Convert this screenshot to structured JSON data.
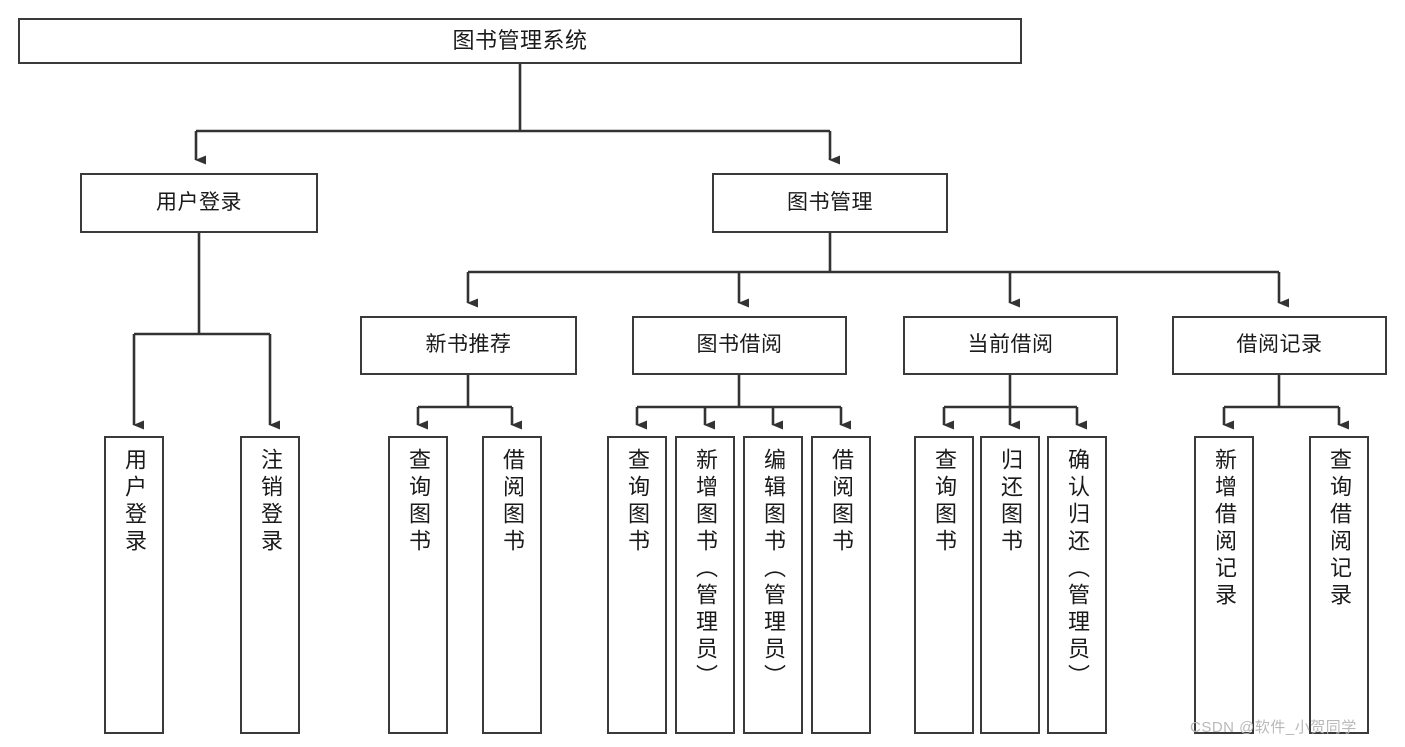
{
  "diagram": {
    "type": "tree-hierarchy",
    "title": "图书管理系统",
    "watermark": "CSDN @软件_小贺同学",
    "colors": {
      "background": "#ffffff",
      "box_border": "#3a3a3a",
      "box_fill": "#ffffff",
      "connector": "#333333",
      "text": "#1a1a1a",
      "watermark": "#b9b9b9"
    },
    "levels": {
      "root": {
        "label": "图书管理系统"
      },
      "level2": [
        {
          "id": "user-login",
          "label": "用户登录"
        },
        {
          "id": "book-management",
          "label": "图书管理"
        }
      ],
      "level3": [
        {
          "id": "new-book-recommend",
          "label": "新书推荐",
          "parent": "book-management"
        },
        {
          "id": "book-borrow",
          "label": "图书借阅",
          "parent": "book-management"
        },
        {
          "id": "current-borrow",
          "label": "当前借阅",
          "parent": "book-management"
        },
        {
          "id": "borrow-record",
          "label": "借阅记录",
          "parent": "book-management"
        }
      ],
      "leaves": [
        {
          "id": "leaf-user-login",
          "label": "用户登录",
          "parent": "user-login"
        },
        {
          "id": "leaf-logout-login",
          "label": "注销登录",
          "parent": "user-login"
        },
        {
          "id": "leaf-query-book-1",
          "label": "查询图书",
          "parent": "new-book-recommend"
        },
        {
          "id": "leaf-borrow-book-1",
          "label": "借阅图书",
          "parent": "new-book-recommend"
        },
        {
          "id": "leaf-query-book-2",
          "label": "查询图书",
          "parent": "book-borrow"
        },
        {
          "id": "leaf-add-book",
          "label": "新增图书（管理员）",
          "parent": "book-borrow"
        },
        {
          "id": "leaf-edit-book",
          "label": "编辑图书（管理员）",
          "parent": "book-borrow"
        },
        {
          "id": "leaf-borrow-book-2",
          "label": "借阅图书",
          "parent": "book-borrow"
        },
        {
          "id": "leaf-query-book-3",
          "label": "查询图书",
          "parent": "current-borrow"
        },
        {
          "id": "leaf-return-book",
          "label": "归还图书",
          "parent": "current-borrow"
        },
        {
          "id": "leaf-confirm-return",
          "label": "确认归还（管理员）",
          "parent": "current-borrow"
        },
        {
          "id": "leaf-add-record",
          "label": "新增借阅记录",
          "parent": "borrow-record"
        },
        {
          "id": "leaf-query-record",
          "label": "查询借阅记录",
          "parent": "borrow-record"
        }
      ]
    }
  }
}
